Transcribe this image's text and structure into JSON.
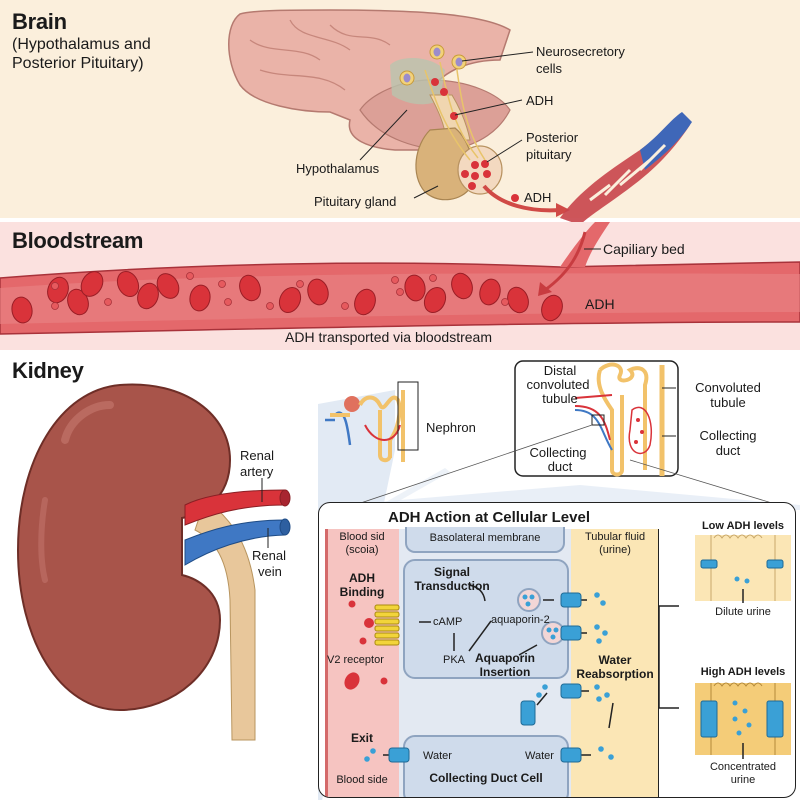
{
  "brain": {
    "title": "Brain",
    "subtitle_line1": "(Hypothalamus and",
    "subtitle_line2": "Posterior Pituitary)",
    "labels": {
      "neurosecretory_1": "Neurosecretory",
      "neurosecretory_2": "cells",
      "adh_top": "ADH",
      "posterior_1": "Posterior",
      "posterior_2": "pituitary",
      "hypothalamus": "Hypothalamus",
      "pituitary_gland": "Pituitary gland",
      "adh_release": "ADH"
    }
  },
  "bloodstream": {
    "title": "Bloodstream",
    "capillary_bed": "Capiliary bed",
    "adh": "ADH",
    "caption": "ADH transported via bloodstream"
  },
  "kidney": {
    "title": "Kidney",
    "renal_artery_1": "Renal",
    "renal_artery_2": "artery",
    "renal_vein_1": "Renal",
    "renal_vein_2": "vein",
    "nephron": "Nephron",
    "detail": {
      "distal_1": "Distal",
      "distal_2": "convoluted",
      "distal_3": "tubule",
      "collecting_left_1": "Collecting",
      "collecting_left_2": "duct",
      "convoluted_1": "Convoluted",
      "convoluted_2": "tubule",
      "collecting_right_1": "Collecting",
      "collecting_right_2": "duct"
    }
  },
  "cellular": {
    "title": "ADH Action at Cellular Level",
    "blood_side_1": "Blood sid",
    "blood_side_2": "(scoia)",
    "basolateral": "Basolateral membrane",
    "tubular_1": "Tubular fluid",
    "tubular_2": "(urine)",
    "adh_binding_1": "ADH",
    "adh_binding_2": "Binding",
    "signal_1": "Signal",
    "signal_2": "Transduction",
    "camp": "cAMP",
    "aquaporin2": "aquaporin-2",
    "v2_receptor": "V2 receptor",
    "pka": "PKA",
    "insertion_1": "Aquaporin",
    "insertion_2": "Insertion",
    "water_reabs_1": "Water",
    "water_reabs_2": "Reabsorption",
    "exit": "Exit",
    "water_left": "Water",
    "water_right": "Water",
    "blood_side_bottom": "Blood side",
    "cell_name": "Collecting Duct Cell",
    "low_adh": "Low ADH levels",
    "dilute": "Dilute urine",
    "high_adh": "High ADH levels",
    "concentrated_1": "Concentrated",
    "concentrated_2": "urine"
  },
  "colors": {
    "brain_bg": "#fbefdc",
    "blood_bg": "#fbe1df",
    "rbc": "#d9333a",
    "vessel": "#e7797a",
    "artery": "#d9333a",
    "vein": "#3f78c4",
    "kidney": "#a8544a",
    "ureter": "#e8c79b",
    "tubule": "#f2c26a",
    "channel": "#3aa0d6",
    "cell_bg": "#cfdbeb",
    "urine_bg": "#fbe6b5"
  }
}
